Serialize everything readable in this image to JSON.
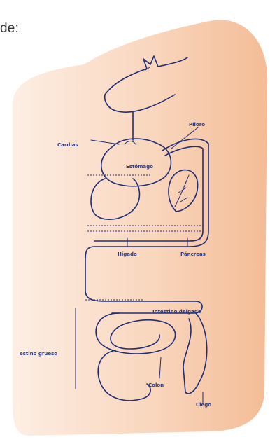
{
  "header": {
    "text": "de:"
  },
  "diagram": {
    "background_color": "#f7c9a8",
    "ink_color": "#1e2d78",
    "labels": {
      "cardias": "Cardias",
      "piloro": "Píloro",
      "estomago": "Estómago",
      "higado": "Hígado",
      "pancreas": "Páncreas",
      "intestino_delgado": "Intestino delgado",
      "intestino_grueso": "estino grueso",
      "colon": "Colon",
      "ciego": "Ciego"
    }
  }
}
